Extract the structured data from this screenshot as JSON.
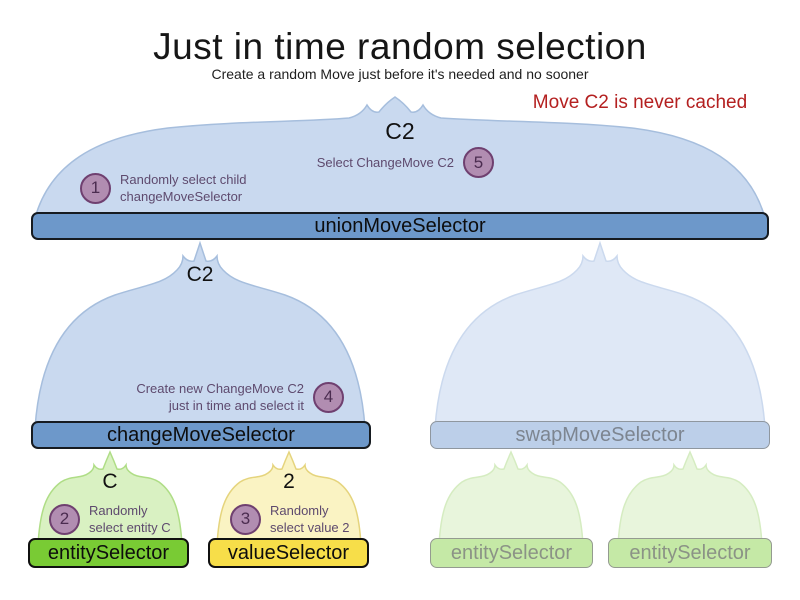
{
  "title": "Just in time random selection",
  "subtitle": "Create a random Move just before it's needed and no sooner",
  "note": {
    "text": "Move C2 is never cached"
  },
  "labels": {
    "union": "unionMoveSelector",
    "change": "changeMoveSelector",
    "swap": "swapMoveSelector",
    "entity": "entitySelector",
    "value": "valueSelector",
    "entity_faded_left": "entitySelector",
    "entity_faded_right": "entitySelector",
    "stream_union": "C2",
    "stream_change": "C2",
    "stream_entity": "C",
    "stream_value": "2"
  },
  "steps": [
    {
      "number": "1",
      "lines": [
        "Randomly select child",
        "changeMoveSelector"
      ]
    },
    {
      "number": "2",
      "lines": [
        "Randomly",
        "select entity C"
      ]
    },
    {
      "number": "3",
      "lines": [
        "Randomly",
        "select value 2"
      ]
    },
    {
      "number": "4",
      "lines": [
        "Create new ChangeMove C2",
        "just in time and select it"
      ]
    },
    {
      "number": "5",
      "lines": [
        "Select ChangeMove C2"
      ]
    }
  ],
  "colors": {
    "note_red": "#b42020",
    "bar_blue": "#6d98ca",
    "bar_blue_faded": "#bccfe9",
    "bar_green": "#79cb34",
    "bar_yellow": "#f7de49",
    "bar_green_faded": "#c5e9a6",
    "mound_blue": "#c9d9ef",
    "mound_blue_stroke": "#a6bedd",
    "mound_blue_faded": "#dfe8f6",
    "mound_blue_faded_stroke": "#cbd9ee",
    "mound_green": "#d9f1c2",
    "mound_green_stroke": "#afdd86",
    "mound_yellow": "#faf3c3",
    "mound_yellow_stroke": "#e5d47d",
    "mound_green_faded": "#e8f5dc",
    "mound_green_faded_stroke": "#d5ecc1",
    "circle_fill": "#b18db1",
    "circle_stroke": "#6f4070",
    "circle_text": "#4b2c50",
    "annotation_text": "#5e4a6e"
  }
}
